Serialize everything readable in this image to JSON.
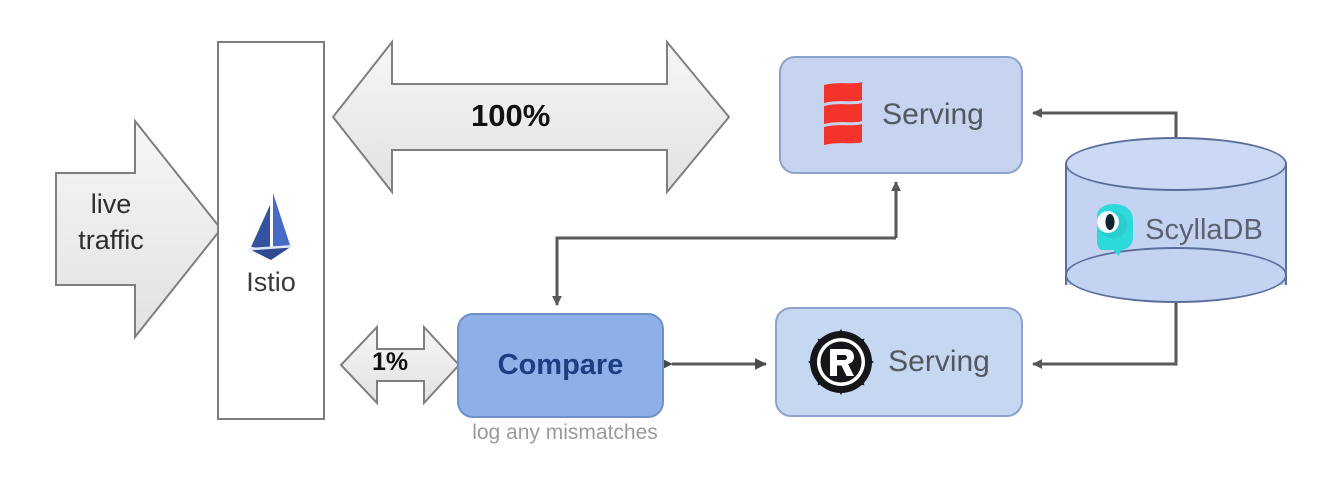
{
  "diagram": {
    "title": "Istio traffic shadowing / dark-launch comparison architecture",
    "nodes": {
      "ingress": {
        "label": "live traffic",
        "line1": "live",
        "line2": "traffic",
        "shape": "block-arrow",
        "fill": "#ededed",
        "stroke": "#7f7f7f"
      },
      "istio": {
        "label": "Istio",
        "icon": "istio-sailboat-logo",
        "shape": "rectangle",
        "fill": "#ffffff",
        "stroke": "#7f7f7f"
      },
      "scala_serving": {
        "label": "Serving",
        "icon": "scala-logo",
        "shape": "rounded-rectangle",
        "fill": "#c6d4f0",
        "stroke": "#8ea2cd"
      },
      "rust_serving": {
        "label": "Serving",
        "icon": "rust-logo",
        "shape": "rounded-rectangle",
        "fill": "#c6d7f2",
        "stroke": "#8ea2cd"
      },
      "compare": {
        "label": "Compare",
        "caption": "log any mismatches",
        "shape": "rounded-rectangle",
        "fill": "#8eb0e8",
        "stroke": "#6f90c8"
      },
      "scylladb": {
        "label": "ScyllaDB",
        "icon": "scylladb-logo",
        "shape": "cylinder",
        "fill": "#c3d3f1",
        "stroke": "#5c6f9c"
      }
    },
    "edges": [
      {
        "id": "istio-scala",
        "from": "istio",
        "to": "scala_serving",
        "label": "100%",
        "style": "block-double-arrow"
      },
      {
        "id": "istio-compare",
        "from": "istio",
        "to": "compare",
        "label": "1%",
        "style": "block-double-arrow"
      },
      {
        "id": "scala-compare",
        "from": "scala_serving",
        "to": "compare",
        "label": "",
        "style": "elbow-arrow"
      },
      {
        "id": "compare-rust",
        "from": "compare",
        "to": "rust_serving",
        "label": "",
        "style": "double-arrow"
      },
      {
        "id": "scylla-scala",
        "from": "scylladb",
        "to": "scala_serving",
        "label": "",
        "style": "elbow-arrow"
      },
      {
        "id": "scylla-rust",
        "from": "scylladb",
        "to": "rust_serving",
        "label": "",
        "style": "elbow-arrow"
      }
    ],
    "colors": {
      "scala_red": "#f4332a",
      "rust_black": "#1a1a1a",
      "istio_blue": "#3a5bbf",
      "scylla_cyan": "#2ed9d9",
      "line_gray": "#595959",
      "block_fill": "#ededed",
      "caption_gray": "#9a9a9a"
    }
  }
}
